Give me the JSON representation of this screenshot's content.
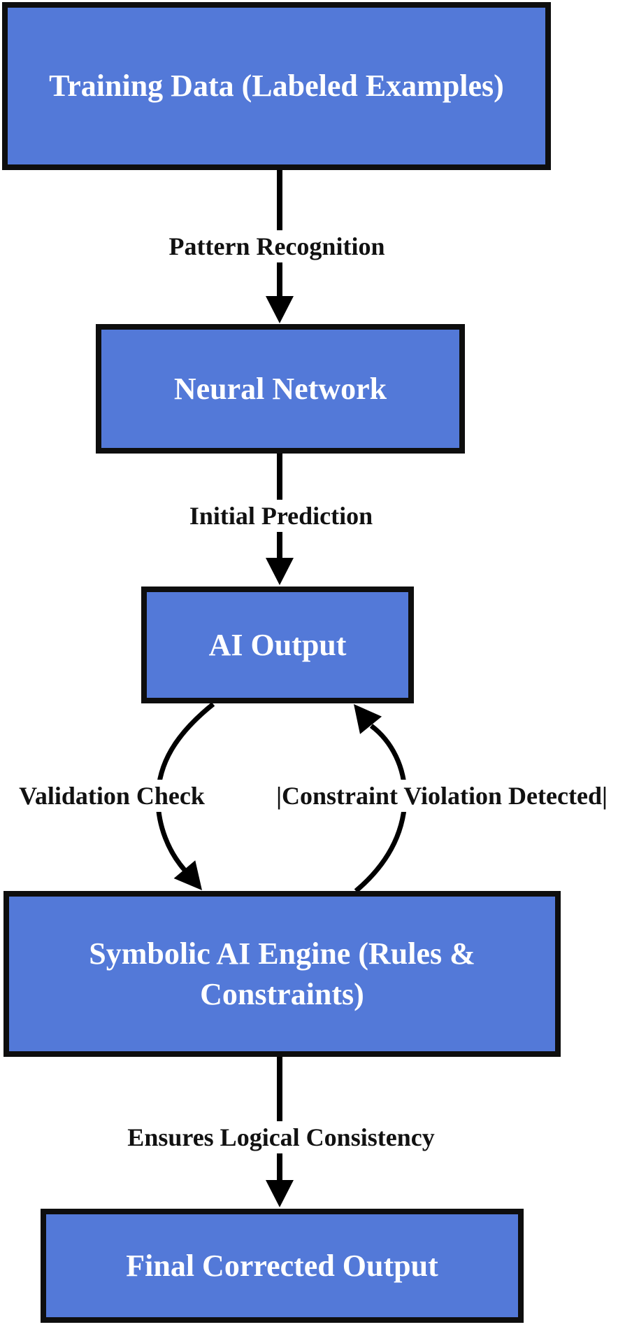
{
  "diagram": {
    "type": "flowchart",
    "background": "#ffffff",
    "nodes": [
      {
        "id": "training-data",
        "label": "Training Data (Labeled Examples)"
      },
      {
        "id": "neural-network",
        "label": "Neural Network"
      },
      {
        "id": "ai-output",
        "label": "AI Output"
      },
      {
        "id": "symbolic-engine",
        "label": "Symbolic AI Engine (Rules & Constraints)"
      },
      {
        "id": "final-output",
        "label": "Final Corrected Output"
      }
    ],
    "edges": [
      {
        "from": "training-data",
        "to": "neural-network",
        "label": "Pattern Recognition",
        "style": "straight-down"
      },
      {
        "from": "neural-network",
        "to": "ai-output",
        "label": "Initial Prediction",
        "style": "straight-down"
      },
      {
        "from": "ai-output",
        "to": "symbolic-engine",
        "label": "Validation Check",
        "style": "curved-left-down"
      },
      {
        "from": "symbolic-engine",
        "to": "ai-output",
        "label": "|Constraint Violation Detected|",
        "style": "curved-right-up"
      },
      {
        "from": "symbolic-engine",
        "to": "final-output",
        "label": "Ensures Logical Consistency",
        "style": "straight-down"
      }
    ],
    "colors": {
      "node_fill": "#5379D8",
      "node_border": "#0e0e0e",
      "node_text": "#ffffff",
      "edge": "#000000",
      "label_text": "#111111",
      "bg": "#ffffff"
    }
  }
}
